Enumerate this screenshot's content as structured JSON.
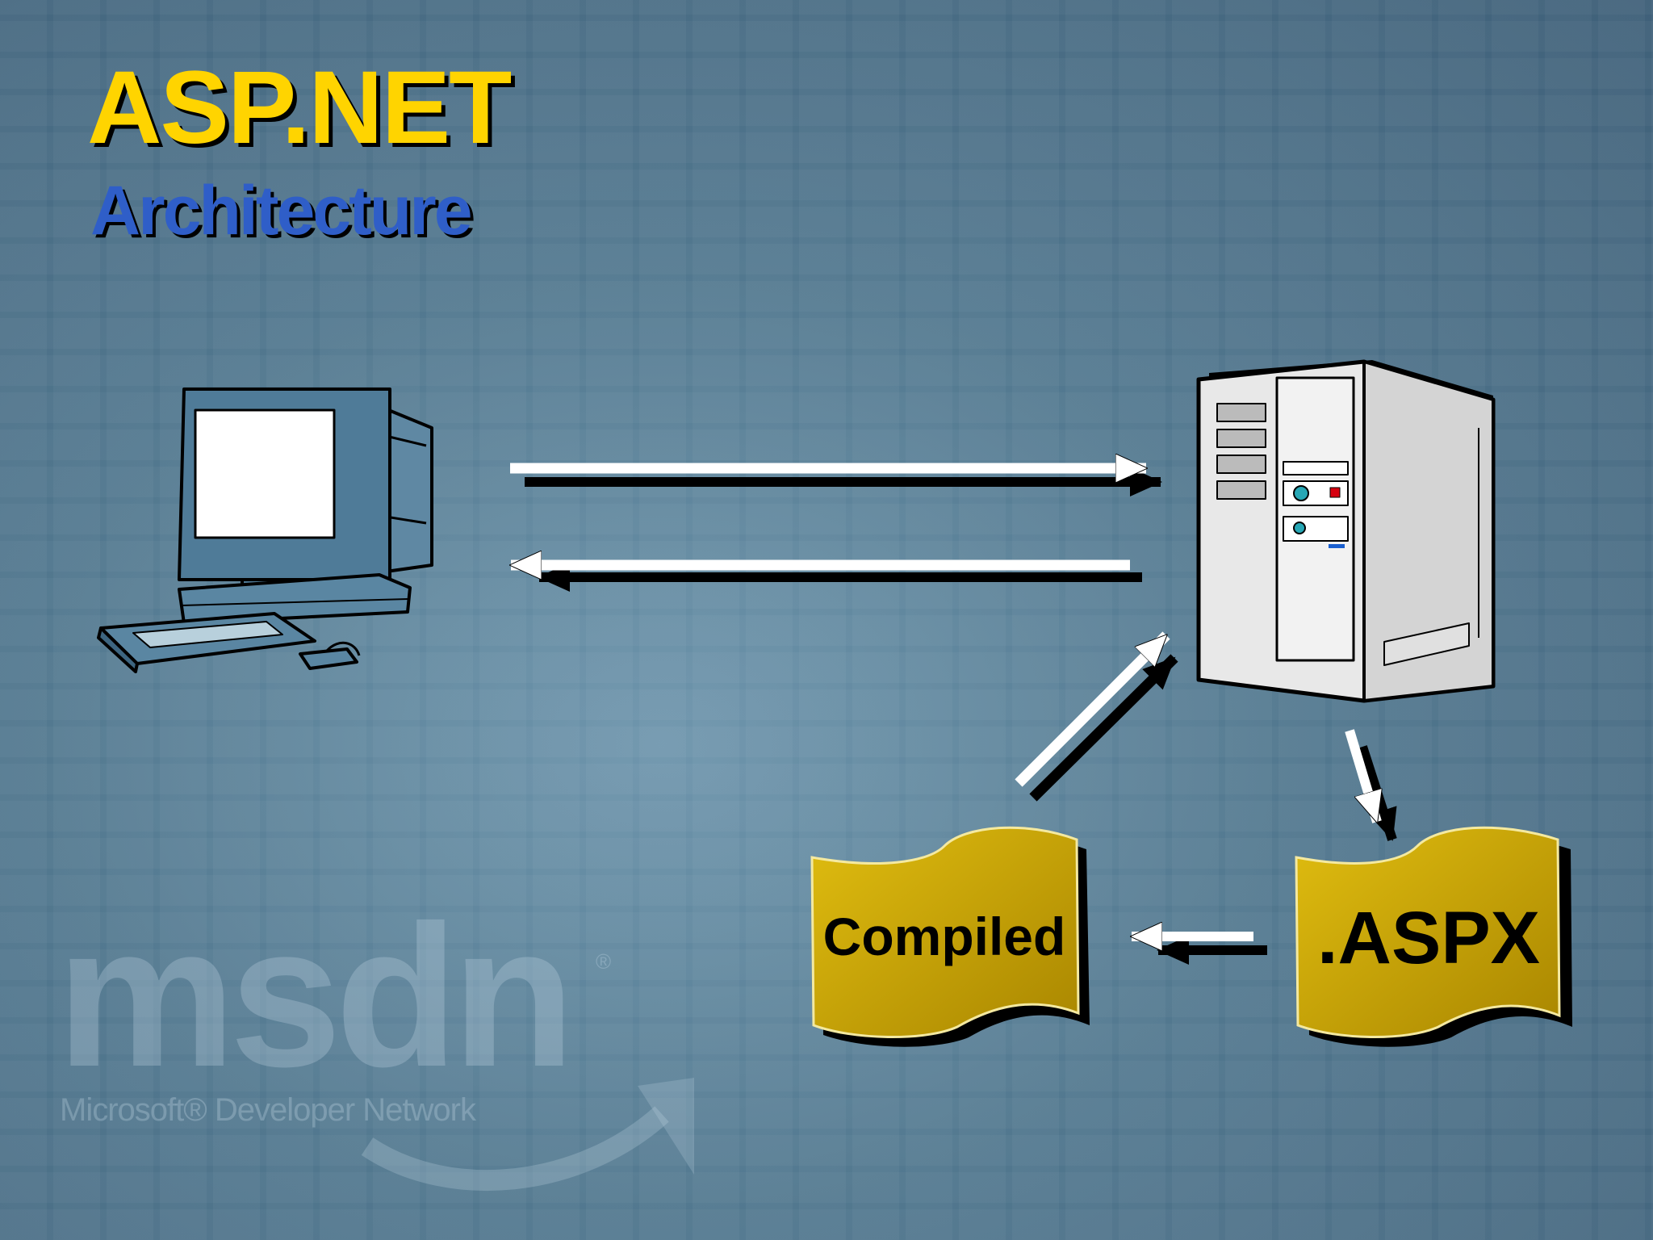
{
  "slide": {
    "title": "ASP.NET",
    "subtitle": "Architecture"
  },
  "diagram": {
    "nodes": {
      "client": {
        "icon": "desktop-computer-icon"
      },
      "server": {
        "icon": "server-tower-icon"
      },
      "compiled": {
        "label": "Compiled"
      },
      "aspx": {
        "label": ".ASPX"
      }
    },
    "colors": {
      "document_fill": "#c9a400",
      "arrow": "#ffffff",
      "arrow_shadow": "#000000",
      "title": "#ffd400",
      "subtitle": "#2f5ec8"
    }
  },
  "watermark": {
    "logo": "msdn",
    "registered": "®",
    "tagline": "Microsoft® Developer Network"
  }
}
